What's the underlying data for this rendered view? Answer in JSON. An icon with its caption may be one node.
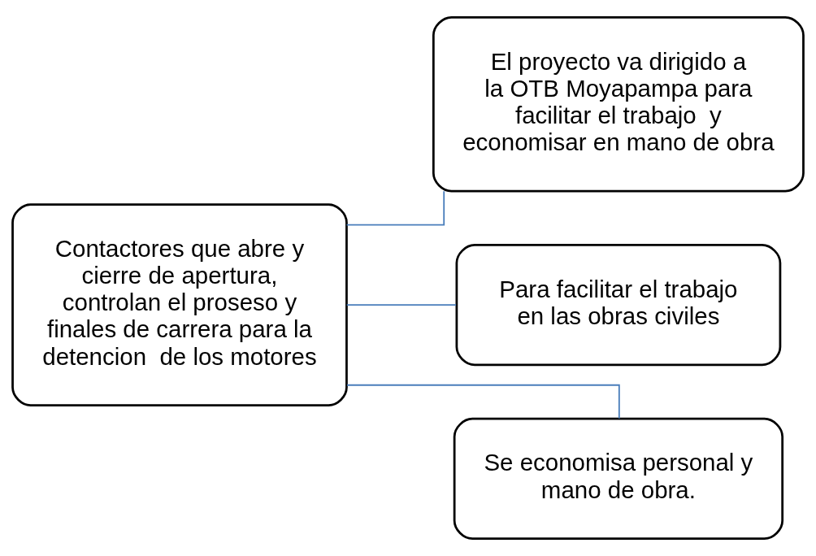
{
  "diagram": {
    "nodes": [
      {
        "text": [
          "Contactores que abre y cierre de apertura,  controlan el proseso y finales de carrera para la detencion  de los motores"
        ]
      },
      {
        "text": [
          "El proyecto va dirigido a la OTB Moyapampa para facilitar el trabajo  y  economisar en mano de obra"
        ]
      },
      {
        "text": [
          "Para facilitar el trabajo en las obras civiles"
        ]
      },
      {
        "text": [
          "Se economisa personal y mano de obra."
        ]
      }
    ],
    "edges": [
      {
        "from": 0,
        "to": 1,
        "arrow": "none",
        "color": "#4a7ebb"
      },
      {
        "from": 0,
        "to": 2,
        "arrow": "none",
        "color": "#4a7ebb"
      },
      {
        "from": 0,
        "to": 3,
        "arrow": "none",
        "color": "#4a7ebb"
      }
    ]
  }
}
